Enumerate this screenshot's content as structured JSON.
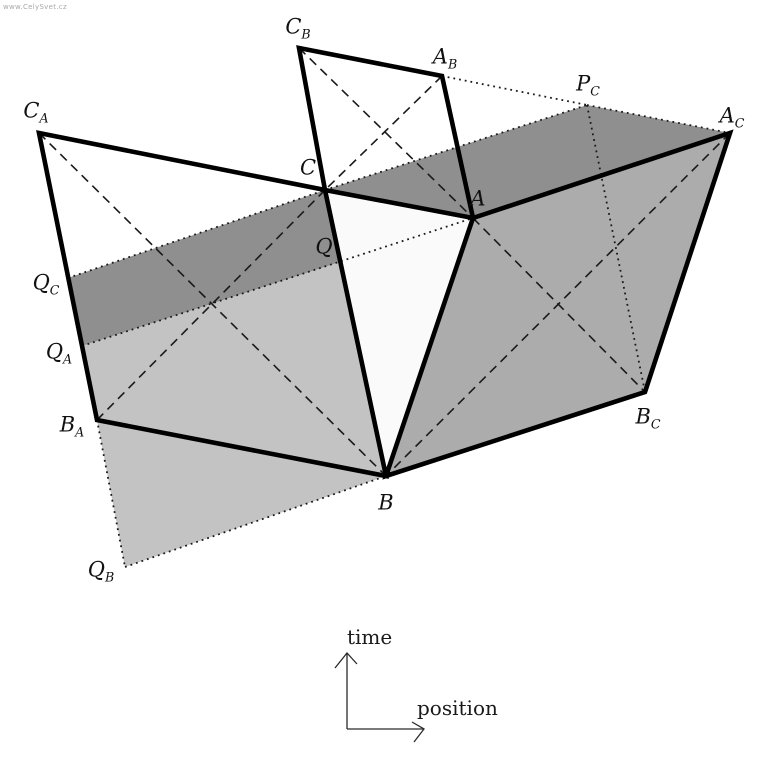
{
  "watermark": "www.CelySvet.cz",
  "labels": {
    "C_A": {
      "main": "C",
      "sub": "A"
    },
    "C_B": {
      "main": "C",
      "sub": "B"
    },
    "A_B": {
      "main": "A",
      "sub": "B"
    },
    "P_C": {
      "main": "P",
      "sub": "C"
    },
    "A_C": {
      "main": "A",
      "sub": "C"
    },
    "C": {
      "main": "C",
      "sub": ""
    },
    "A": {
      "main": "A",
      "sub": ""
    },
    "Q": {
      "main": "Q",
      "sub": ""
    },
    "Q_C": {
      "main": "Q",
      "sub": "C"
    },
    "Q_A": {
      "main": "Q",
      "sub": "A"
    },
    "B_A": {
      "main": "B",
      "sub": "A"
    },
    "B_C": {
      "main": "B",
      "sub": "C"
    },
    "B": {
      "main": "B",
      "sub": ""
    },
    "Q_B": {
      "main": "Q",
      "sub": "B"
    }
  },
  "axes": {
    "time_label": "time",
    "position_label": "position"
  },
  "colors": {
    "dark": "#8f8f8f",
    "medium": "#acacac",
    "light": "#c3c3c3",
    "triangle": "#fafafa",
    "line": "#000000"
  }
}
